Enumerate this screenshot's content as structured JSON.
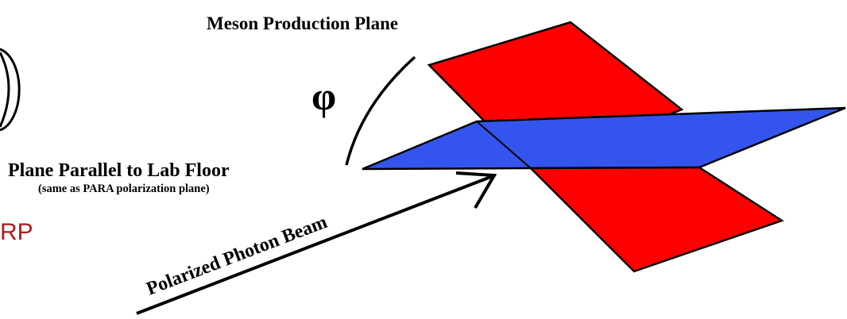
{
  "labels": {
    "production_plane": "Meson Production Plane",
    "angle_symbol": "φ",
    "lab_floor_plane": "Plane Parallel to Lab Floor",
    "lab_floor_note": "(same as PARA polarization plane)",
    "beam": "Polarized Photon Beam",
    "cropped_fragment": "RP"
  },
  "colors": {
    "production_plane": "#ff0000",
    "lab_floor_plane": "#3355ee",
    "outline": "#000000",
    "cropped_fragment": "#b01c1c"
  },
  "icons": {
    "beam_arrow": "arrow-up-right-icon",
    "angle_arc": "arc-icon"
  }
}
